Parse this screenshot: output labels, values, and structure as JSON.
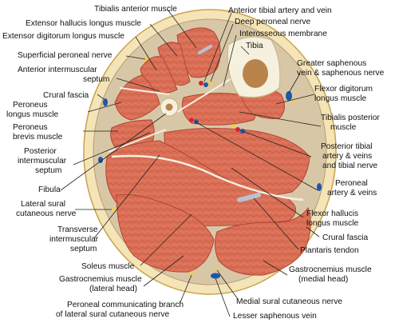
{
  "colors": {
    "skin": "#f4e4b8",
    "skin_edge": "#c9a24a",
    "fascia": "#d8c7a6",
    "muscle": "#db6f56",
    "muscle_edge": "#b14634",
    "bone": "#f6f1df",
    "marrow": "#b8844b",
    "artery": "#d8232a",
    "vein": "#1b58a8",
    "nerve": "#f3d13a",
    "tendon": "#b9c2cf"
  },
  "labels": {
    "tibialis_anterior": "Tibialis anterior muscle",
    "ant_tibial_vessels": "Anterior tibial artery and vein",
    "ext_hallucis": "Extensor hallucis longus muscle",
    "deep_peroneal": "Deep peroneal nerve",
    "ext_digitorum": "Extensor digitorum longus muscle",
    "interosseous": "Interosseous membrane",
    "tibia": "Tibia",
    "sup_peroneal": "Superficial peroneal nerve",
    "ant_septum_1": "Anterior intermuscular",
    "ant_septum_2": "septum",
    "saphenous_1": "Greater saphenous",
    "saphenous_2": "vein & saphenous nerve",
    "crural_fascia_top": "Crural fascia",
    "flex_digitorum_1": "Flexor digitorum",
    "flex_digitorum_2": "longus muscle",
    "per_longus_1": "Peroneus",
    "per_longus_2": "longus muscle",
    "tib_post_1": "Tibialis posterior",
    "tib_post_2": "muscle",
    "per_brevis_1": "Peroneus",
    "per_brevis_2": "brevis muscle",
    "post_septum_1": "Posterior",
    "post_septum_2": "intermuscular",
    "post_septum_3": "septum",
    "post_tibial_1": "Posterior tibial",
    "post_tibial_2": "artery & veins",
    "post_tibial_3": "and tibial nerve",
    "fibula": "Fibula",
    "peroneal_art_1": "Peroneal",
    "peroneal_art_2": "artery & veins",
    "lat_sural_1": "Lateral sural",
    "lat_sural_2": "cutaneous nerve",
    "flex_hallucis_1": "Flexor hallucis",
    "flex_hallucis_2": "longus muscle",
    "trans_septum_1": "Transverse",
    "trans_septum_2": "intermuscular",
    "trans_septum_3": "septum",
    "crural_fascia_bottom": "Crural fascia",
    "plantaris": "Plantaris tendon",
    "soleus": "Soleus muscle",
    "gastroc_lat_1": "Gastrocnemius muscle",
    "gastroc_lat_2": "(lateral head)",
    "gastroc_med_1": "Gastrocnemius muscle",
    "gastroc_med_2": "(medial head)",
    "med_sural": "Medial sural cutaneous nerve",
    "per_comm_1": "Peroneal communicating branch",
    "per_comm_2": "of lateral sural cutaneous nerve",
    "lesser_saph": "Lesser saphenous vein"
  }
}
